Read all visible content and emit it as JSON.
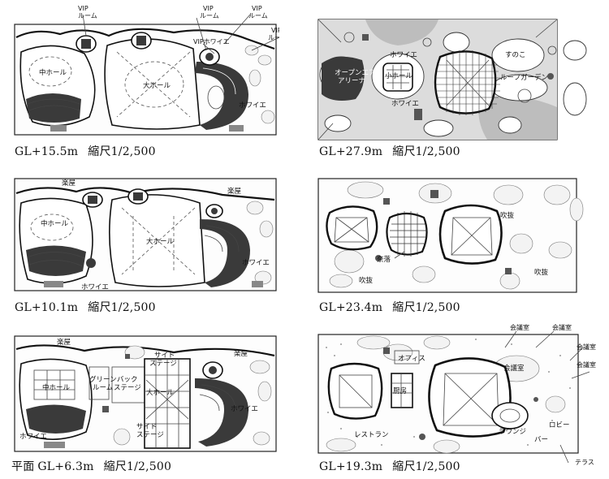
{
  "panels": {
    "gl155": {
      "level": "GL+15.5m",
      "scale": "縮尺1/2,500",
      "labels": {
        "vip1": "VIP",
        "vip1b": "ルーム",
        "vip2": "VIP",
        "vip2b": "ルーム",
        "vip3": "VIP",
        "vip3b": "ルーム",
        "vip4": "VIP",
        "vip4b": "ルーム",
        "vipfoyer": "VIPホワイエ",
        "middle_hall": "中ホール",
        "large_hall": "大ホール",
        "foyer": "ホワイエ"
      }
    },
    "gl279": {
      "level": "GL+27.9m",
      "scale": "縮尺1/2,500",
      "labels": {
        "foyer": "ホワイエ",
        "open_air1": "オープンエア",
        "open_air2": "アリーナ",
        "small_hall": "小ホール",
        "sunoko": "すのこ",
        "roof_garden": "ルーフガーデン",
        "foyer2": "ホワイエ"
      }
    },
    "gl101": {
      "level": "GL+10.1m",
      "scale": "縮尺1/2,500",
      "labels": {
        "gakuya1": "楽屋",
        "gakuya2": "楽屋",
        "middle_hall": "中ホール",
        "large_hall": "大ホール",
        "foyer1": "ホワイエ",
        "foyer2": "ホワイエ"
      }
    },
    "gl234": {
      "level": "GL+23.4m",
      "scale": "縮尺1/2,500",
      "labels": {
        "fukinuke1": "吹抜",
        "naraku": "奈落",
        "fukinuke2": "吹抜",
        "fukinuke3": "吹抜"
      }
    },
    "gl63": {
      "prefix": "平面",
      "level": "GL+6.3m",
      "scale": "縮尺1/2,500",
      "labels": {
        "gakuya1": "楽屋",
        "gakuya2": "楽屋",
        "middle_hall": "中ホール",
        "green_room1": "グリーン",
        "green_room2": "ルーム",
        "back_stage1": "バック",
        "back_stage2": "ステージ",
        "side_stage1a": "サイド",
        "side_stage1b": "ステージ",
        "large_hall": "大ホール",
        "side_stage2a": "サイド",
        "side_stage2b": "ステージ",
        "foyer1": "ホワイエ",
        "foyer2": "ホワイエ"
      }
    },
    "gl193": {
      "level": "GL+19.3m",
      "scale": "縮尺1/2,500",
      "labels": {
        "meeting1": "会議室",
        "meeting2": "会議室",
        "meeting3": "会議室",
        "meeting4": "会議室",
        "meeting5": "会議室",
        "office": "オフィス",
        "kitchen": "厨房",
        "restaurant": "レストラン",
        "lounge": "ラウンジ",
        "lobby": "ロビー",
        "bar": "バー",
        "terrace": "テラス"
      }
    }
  }
}
